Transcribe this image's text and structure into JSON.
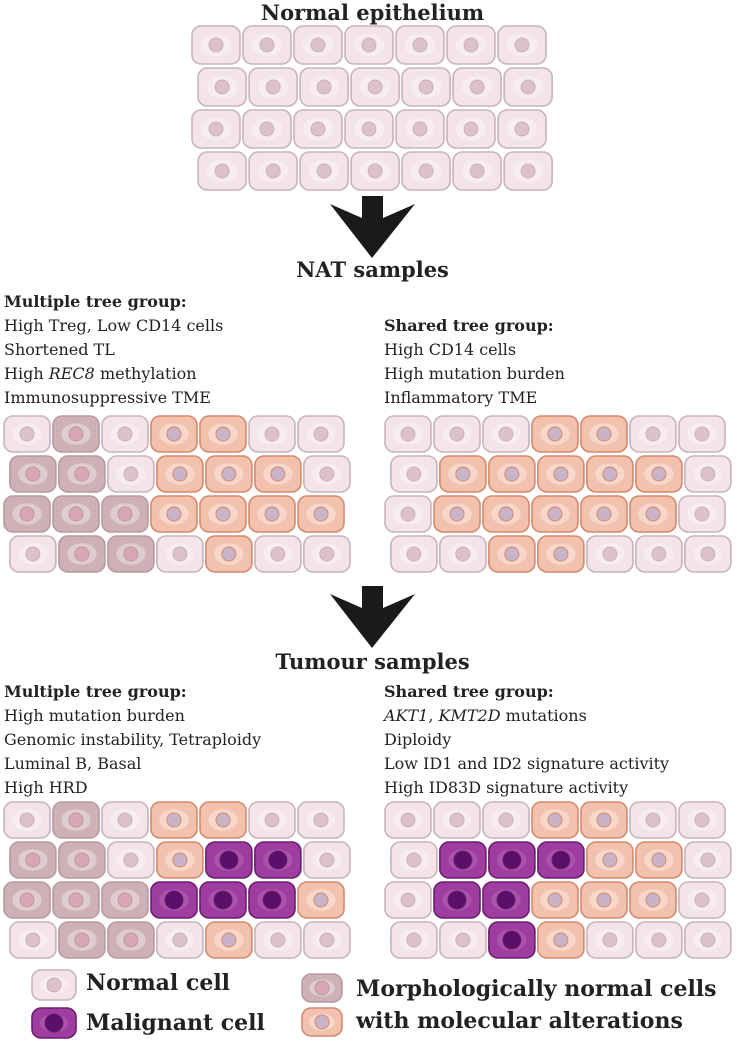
{
  "colors": {
    "normal_fill": "#f3e4ea",
    "normal_stroke": "#c9b3bc",
    "normal_nucleus": "#dcc0cb",
    "morph_fill": "#cdb1b5",
    "morph_stroke": "#b89aa0",
    "morph_nucleus": "#d9a6b6",
    "alt_fill": "#f2c2ae",
    "alt_stroke": "#d48a6d",
    "alt_nucleus": "#c9b3c8",
    "malignant_fill": "#9e3d9f",
    "malignant_stroke": "#6b1f6d",
    "malignant_nucleus": "#5a0f6a",
    "arrow": "#1a1a1a"
  },
  "titles": {
    "normal": "Normal epithelium",
    "nat": "NAT samples",
    "tumour": "Tumour samples"
  },
  "nat": {
    "multiple": {
      "head": "Multiple tree group:",
      "lines": [
        "High Treg, Low CD14 cells",
        "Shortened TL",
        "High REC8 methylation",
        "Immunosuppressive TME"
      ]
    },
    "shared": {
      "head": "Shared tree group:",
      "lines": [
        "High CD14 cells",
        "High mutation burden",
        "Inflammatory TME"
      ]
    }
  },
  "tumour": {
    "multiple": {
      "head": "Multiple tree group:",
      "lines": [
        "High mutation burden",
        "Genomic instability, Tetraploidy",
        "Luminal B, Basal",
        "High HRD"
      ]
    },
    "shared": {
      "head": "Shared tree group:",
      "lines": [
        "AKT1, KMT2D mutations",
        "Diploidy",
        "Low ID1 and ID2 signature activity",
        "High ID83D signature activity"
      ]
    }
  },
  "legend": {
    "normal": "Normal cell",
    "malignant": "Malignant cell",
    "morph_line1": "Morphologically normal cells",
    "morph_line2": "with molecular alterations"
  },
  "icons": {
    "arrow": "down-arrow-icon",
    "cell": "cell-icon"
  }
}
